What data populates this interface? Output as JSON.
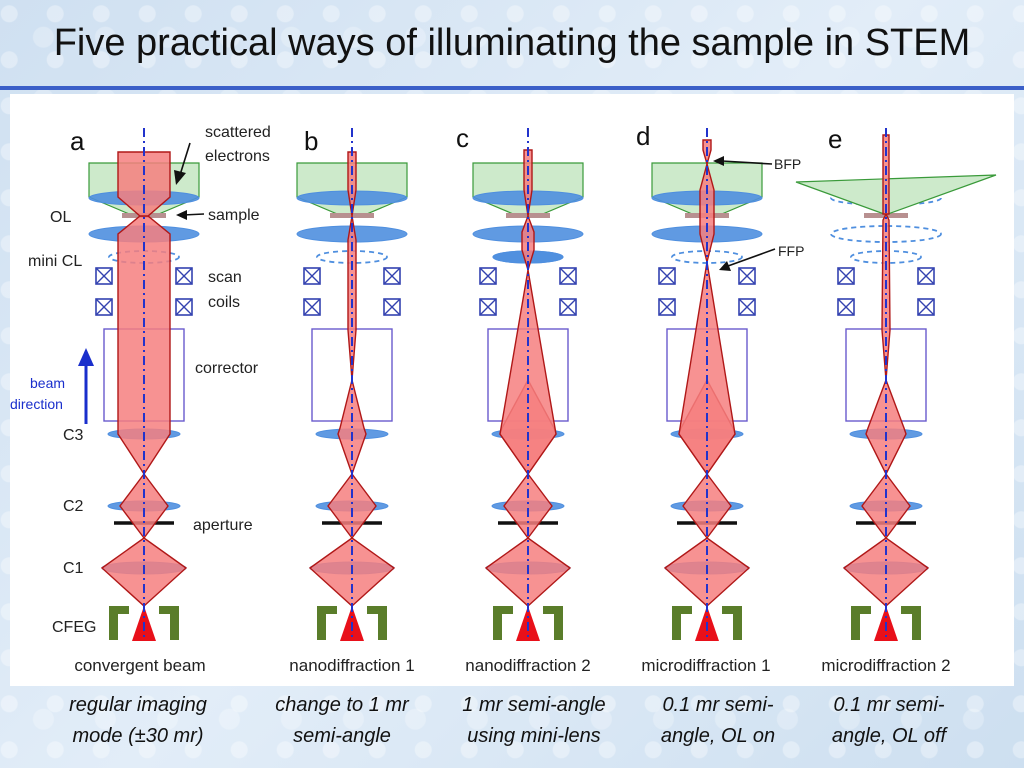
{
  "title": "Five practical ways of illuminating the sample in STEM",
  "colors": {
    "beam_fill": "#f67f7f",
    "beam_stroke": "#b01818",
    "lens": "#4f8fdf",
    "axis": "#2233cc",
    "acceptance": "#cdeacb",
    "sample": "#b89090",
    "gun": "#5a7d2a",
    "rule": "#3b5fc8"
  },
  "labels": {
    "scattered": "scattered",
    "electrons": "electrons",
    "sample": "sample",
    "ol": "OL",
    "mini_cl": "mini CL",
    "scan": "scan",
    "coils": "coils",
    "corrector": "corrector",
    "beam": "beam",
    "direction": "direction",
    "c3": "C3",
    "c2": "C2",
    "aperture": "aperture",
    "c1": "C1",
    "cfeg": "CFEG",
    "bfp": "BFP",
    "ffp": "FFP"
  },
  "columns": [
    {
      "letter": "a",
      "mode": "convergent beam",
      "cap1": "regular imaging",
      "cap2": "mode (±30 mr)"
    },
    {
      "letter": "b",
      "mode": "nanodiffraction 1",
      "cap1": "change to 1 mr",
      "cap2": "semi-angle"
    },
    {
      "letter": "c",
      "mode": "nanodiffraction 2",
      "cap1": "1 mr semi-angle",
      "cap2": "using mini-lens"
    },
    {
      "letter": "d",
      "mode": "microdiffraction 1",
      "cap1": "0.1 mr semi-",
      "cap2": "angle, OL on"
    },
    {
      "letter": "e",
      "mode": "microdiffraction 2",
      "cap1": "0.1 mr semi-",
      "cap2": "angle, OL off"
    }
  ]
}
